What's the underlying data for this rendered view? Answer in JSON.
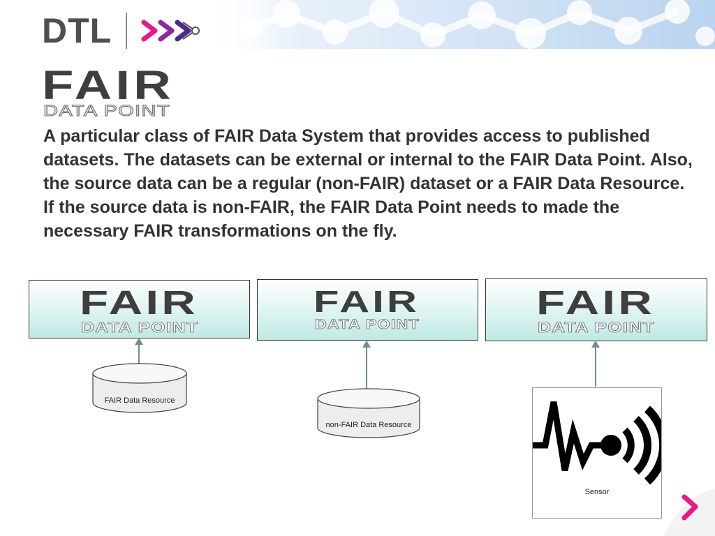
{
  "header": {
    "brand": "DTL",
    "colors": {
      "magenta": "#e6198a",
      "purple": "#4b2a8c",
      "blue": "#3a6fb0",
      "gray": "#4f4f4f"
    }
  },
  "logo": {
    "main_word": "FAIR",
    "sub_word": "DATA POINT"
  },
  "description": "A particular class of FAIR Data System that provides access to published datasets. The datasets can be external or internal to the FAIR Data Point. Also, the source data can be a regular (non-FAIR) dataset or a FAIR Data Resource. If the source data is non-FAIR, the FAIR Data Point needs to made the necessary FAIR transformations on the fly.",
  "diagram": {
    "columns": [
      {
        "box_title": "FAIR",
        "box_subtitle": "DATA POINT",
        "source_type": "database",
        "source_label": "FAIR Data Resource"
      },
      {
        "box_title": "FAIR",
        "box_subtitle": "DATA POINT",
        "source_type": "database",
        "source_label": "non-FAIR Data Resource"
      },
      {
        "box_title": "FAIR",
        "box_subtitle": "DATA POINT",
        "source_type": "sensor",
        "source_label": "Sensor"
      }
    ]
  }
}
